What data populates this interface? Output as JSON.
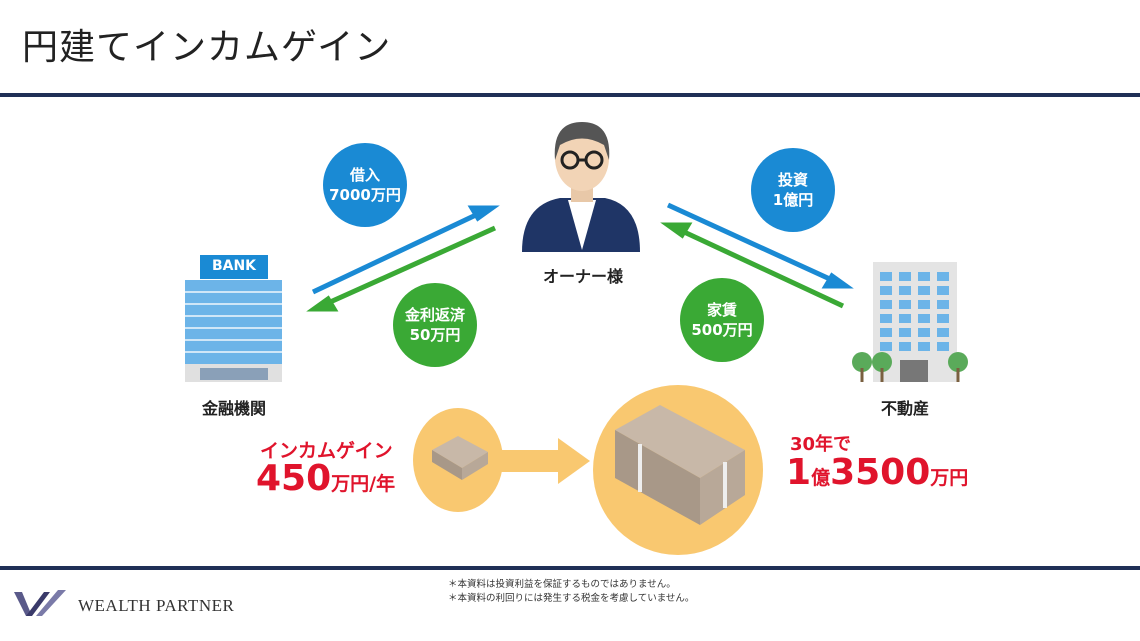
{
  "title": "円建てインカムゲイン",
  "bank": {
    "sign": "BANK",
    "label": "金融機関"
  },
  "owner": {
    "label": "オーナー様"
  },
  "property": {
    "label": "不動産"
  },
  "bubbles": {
    "borrow": {
      "line1": "借入",
      "line2": "7000万円"
    },
    "repay": {
      "line1": "金利返済",
      "line2": "50万円"
    },
    "invest": {
      "line1": "投資",
      "line2": "1億円"
    },
    "rent": {
      "line1": "家賃",
      "line2": "500万円"
    }
  },
  "income": {
    "label": "インカムゲイン",
    "amount": "450",
    "unit": "万円/年"
  },
  "total": {
    "label": "30年で",
    "num1": "1",
    "unit1": "億",
    "num2": "3500",
    "unit2": "万円"
  },
  "footer": {
    "logo": "WEALTH PARTNER",
    "notes": [
      "＊本資料は投資利益を保証するものではありません。",
      "＊本資料の利回りには発生する税金を考慮していません。"
    ]
  },
  "colors": {
    "blue": "#1a8ad4",
    "green": "#3aa935",
    "navy": "#1f2f56",
    "red": "#e0142c",
    "gold": "#f9c870"
  }
}
